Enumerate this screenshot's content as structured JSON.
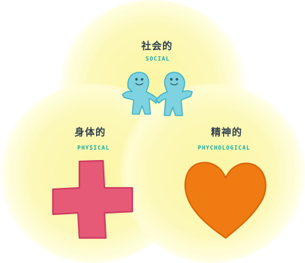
{
  "social": {
    "label_jp": "社会的",
    "label_en": "SOCIAL",
    "icon": "two-people-holding-hands",
    "color": "#7fd3e0"
  },
  "physical": {
    "label_jp": "身体的",
    "label_en": "PHYSICAL",
    "icon": "red-cross",
    "color": "#e65a78"
  },
  "psychological": {
    "label_jp": "精神的",
    "label_en": "PHYCHOLOGICAL",
    "icon": "heart",
    "color": "#f07b12"
  },
  "colors": {
    "glow": "#fbf6a4",
    "label_text": "#2e3f4c",
    "sub_label": "#19a9a4"
  }
}
